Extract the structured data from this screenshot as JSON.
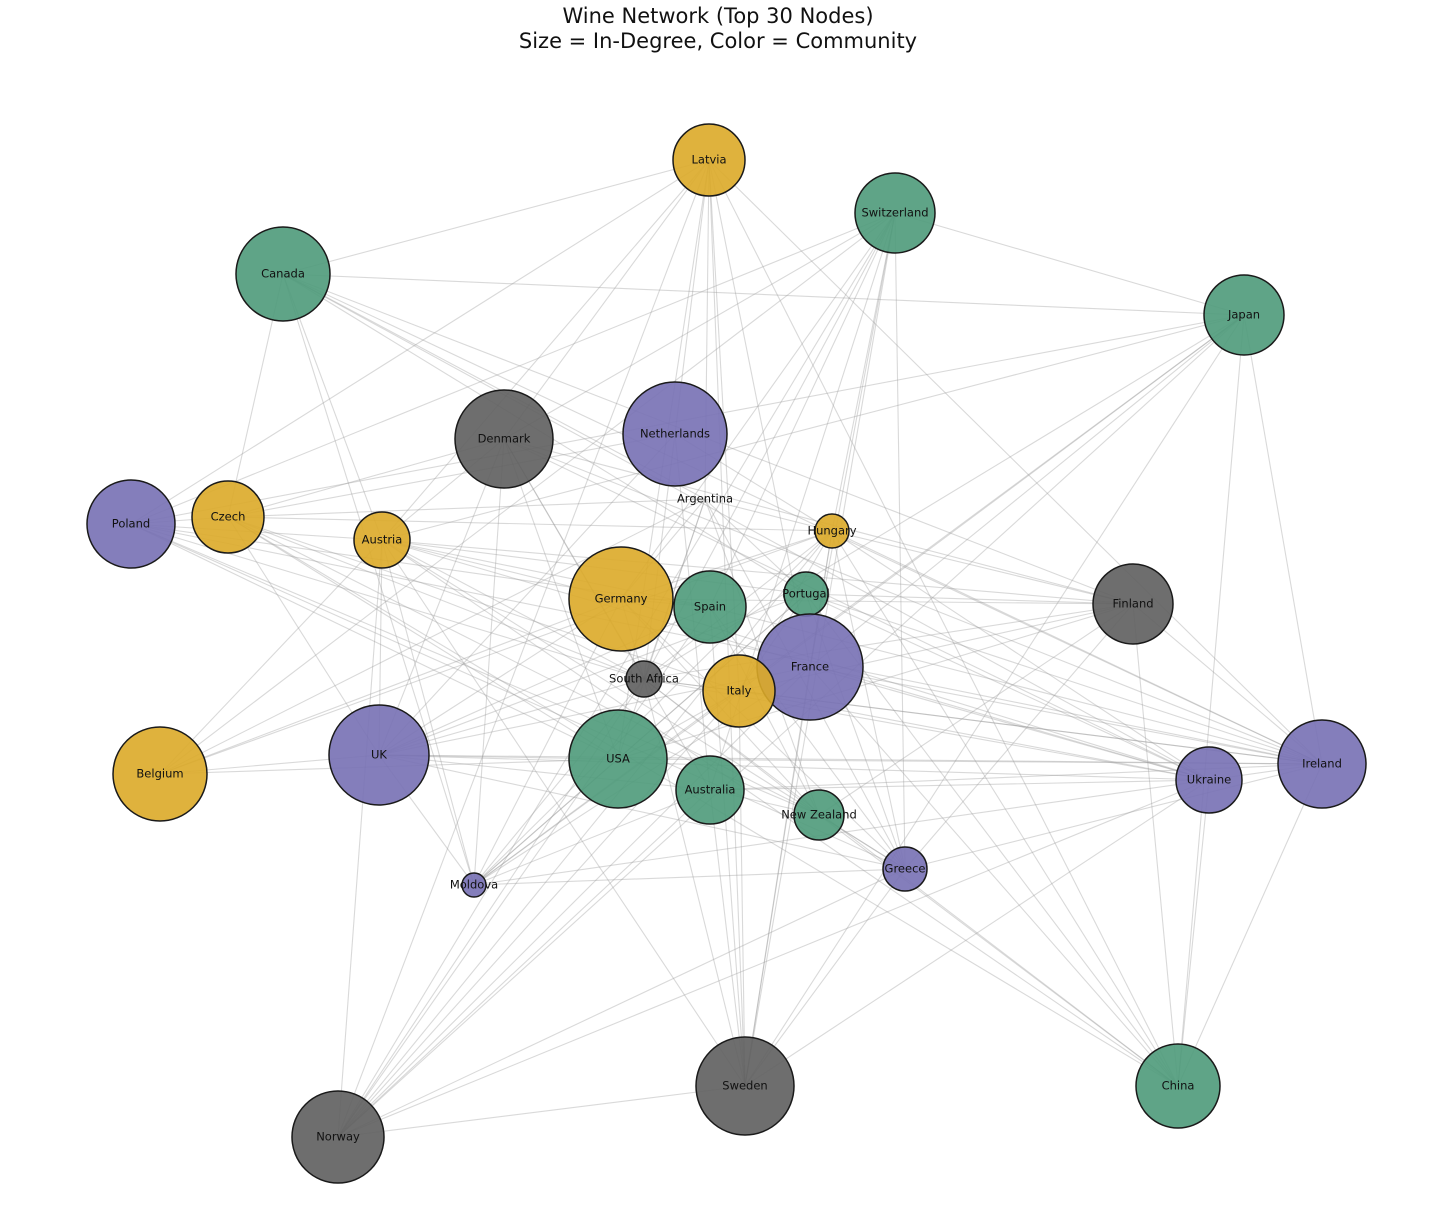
{
  "title": "Wine Network (Top 30 Nodes)",
  "subtitle": "Size = In-Degree, Color = Community",
  "colors": {
    "community_gold": "#dcaa28",
    "community_green": "#4e9a7a",
    "community_purple": "#7770b4",
    "community_gray": "#5e5e5e",
    "edge": "#9a9a9a"
  },
  "nodes": [
    {
      "id": "Latvia",
      "label": "Latvia",
      "community": "gold"
    },
    {
      "id": "Switzerland",
      "label": "Switzerland",
      "community": "green"
    },
    {
      "id": "Canada",
      "label": "Canada",
      "community": "green"
    },
    {
      "id": "Japan",
      "label": "Japan",
      "community": "green"
    },
    {
      "id": "Denmark",
      "label": "Denmark",
      "community": "gray"
    },
    {
      "id": "Netherlands",
      "label": "Netherlands",
      "community": "purple"
    },
    {
      "id": "Argentina",
      "label": "Argentina",
      "community": "none"
    },
    {
      "id": "Poland",
      "label": "Poland",
      "community": "purple"
    },
    {
      "id": "Czech",
      "label": "Czech",
      "community": "gold"
    },
    {
      "id": "Austria",
      "label": "Austria",
      "community": "gold"
    },
    {
      "id": "Hungary",
      "label": "Hungary",
      "community": "gold"
    },
    {
      "id": "Germany",
      "label": "Germany",
      "community": "gold"
    },
    {
      "id": "Spain",
      "label": "Spain",
      "community": "green"
    },
    {
      "id": "Portugal",
      "label": "Portugal",
      "community": "green"
    },
    {
      "id": "Finland",
      "label": "Finland",
      "community": "gray"
    },
    {
      "id": "France",
      "label": "France",
      "community": "purple"
    },
    {
      "id": "South Africa",
      "label": "South Africa",
      "community": "gray"
    },
    {
      "id": "Italy",
      "label": "Italy",
      "community": "gold"
    },
    {
      "id": "Belgium",
      "label": "Belgium",
      "community": "gold"
    },
    {
      "id": "UK",
      "label": "UK",
      "community": "purple"
    },
    {
      "id": "USA",
      "label": "USA",
      "community": "green"
    },
    {
      "id": "Australia",
      "label": "Australia",
      "community": "green"
    },
    {
      "id": "New Zealand",
      "label": "New Zealand",
      "community": "green"
    },
    {
      "id": "Ukraine",
      "label": "Ukraine",
      "community": "purple"
    },
    {
      "id": "Ireland",
      "label": "Ireland",
      "community": "purple"
    },
    {
      "id": "Greece",
      "label": "Greece",
      "community": "purple"
    },
    {
      "id": "Moldova",
      "label": "Moldova",
      "community": "purple"
    },
    {
      "id": "Sweden",
      "label": "Sweden",
      "community": "gray"
    },
    {
      "id": "China",
      "label": "China",
      "community": "green"
    },
    {
      "id": "Norway",
      "label": "Norway",
      "community": "gray"
    }
  ]
}
